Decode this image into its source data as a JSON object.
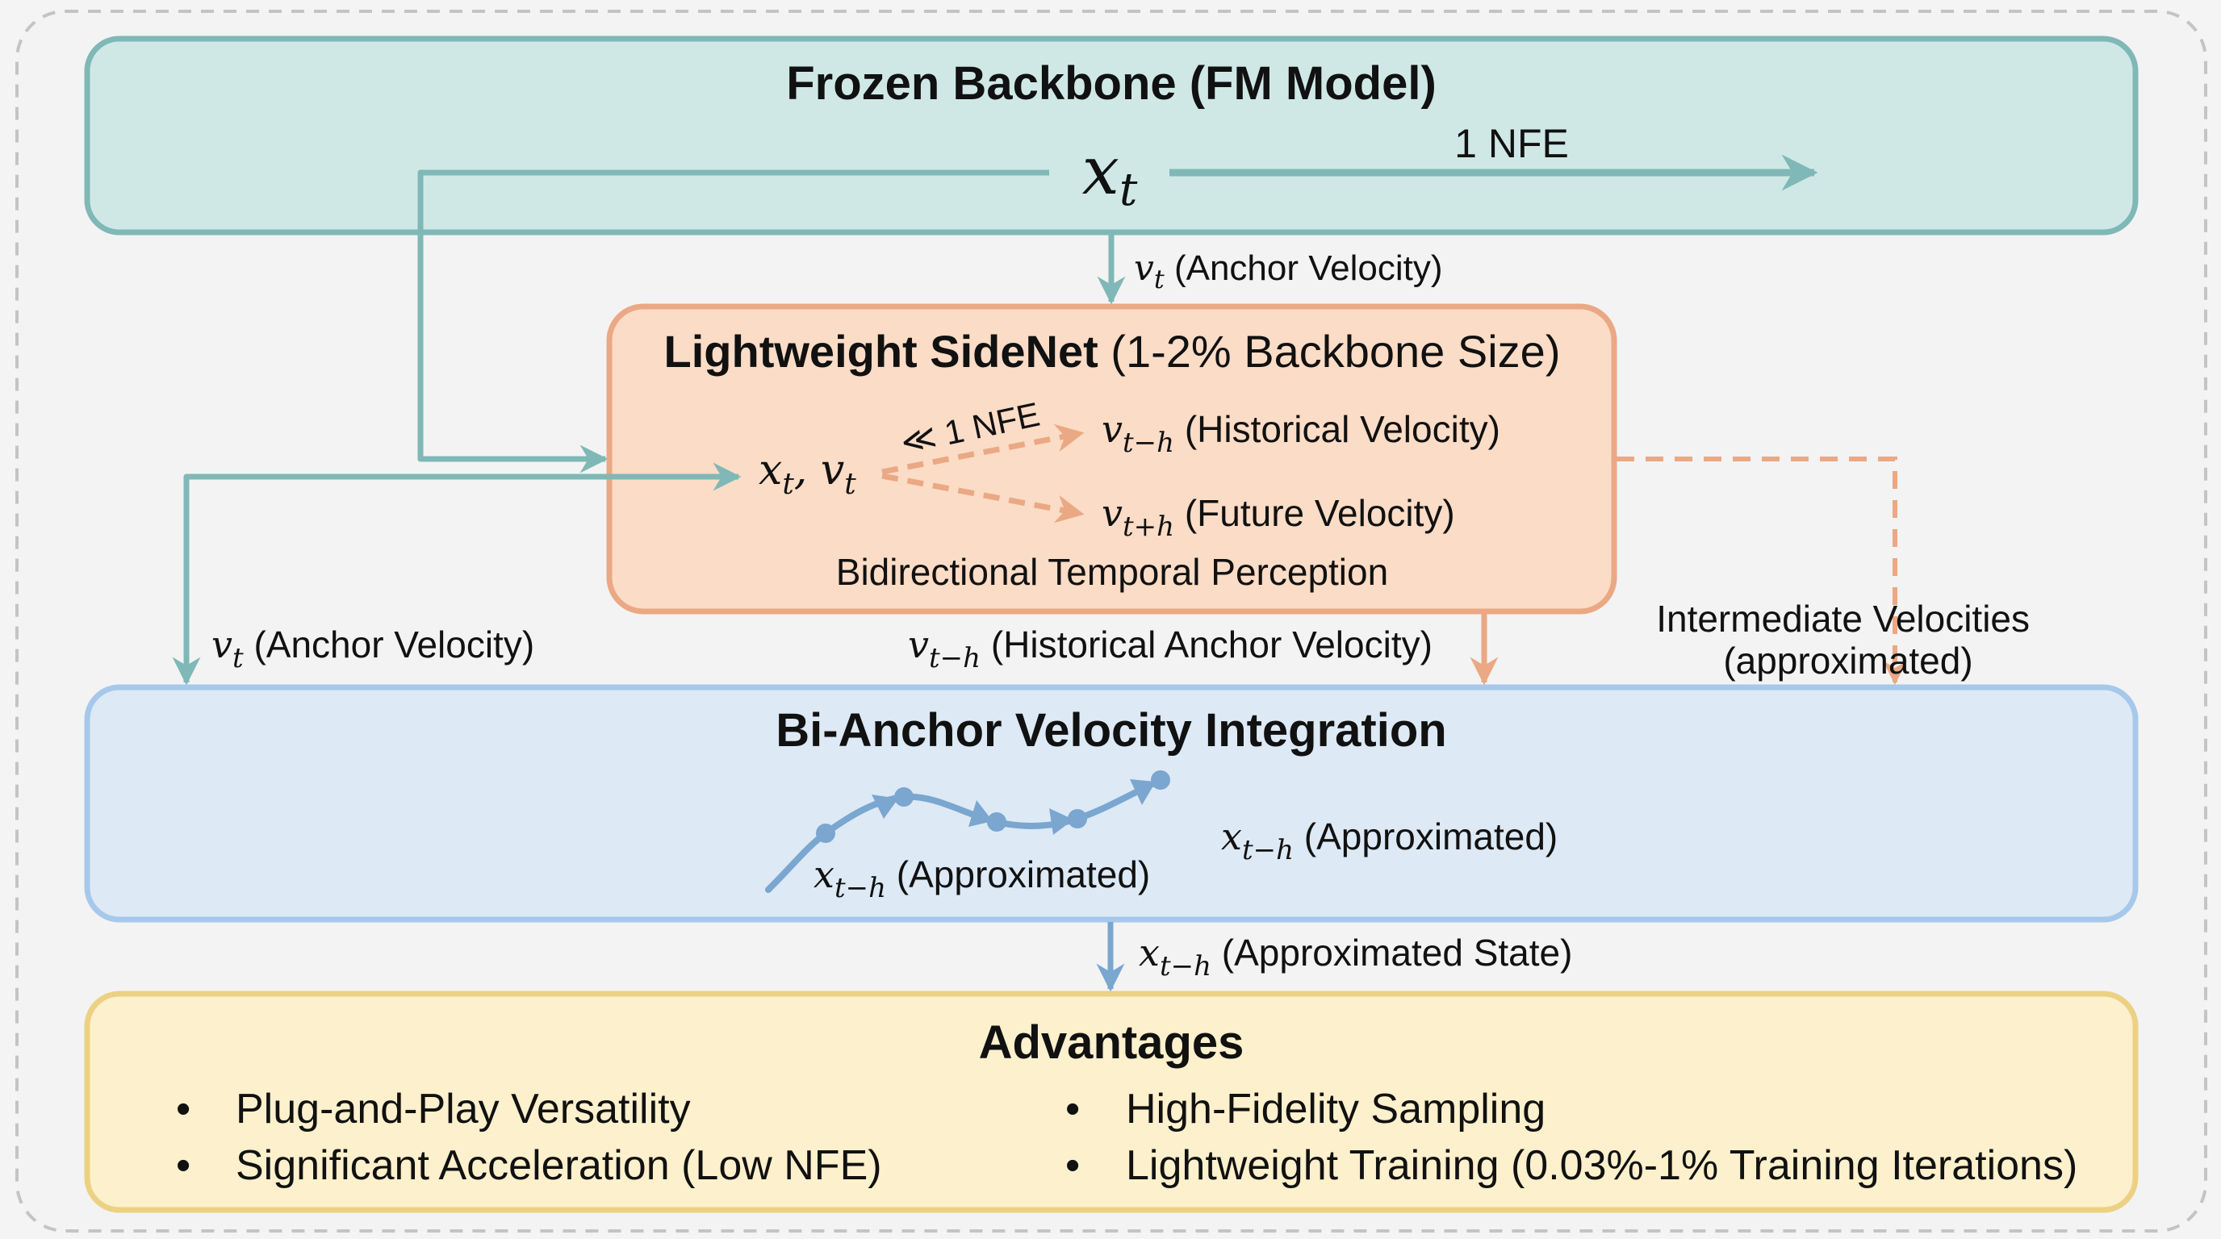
{
  "diagram": {
    "colors": {
      "teal_fill": "#cfe8e6",
      "teal_stroke": "#7fb8b6",
      "orange_fill": "#fbdcc6",
      "orange_stroke": "#eaa884",
      "blue_fill": "#dde9f5",
      "blue_stroke": "#a6c8ea",
      "blue_arrow": "#7aa6cf",
      "yellow_fill": "#fdf0cc",
      "yellow_stroke": "#ecd184",
      "frame": "#c4c4c4",
      "background": "#f4f4f4"
    },
    "backbone": {
      "title": "Frozen Backbone (FM Model)",
      "state_var": "x",
      "state_sub": "t",
      "nfe_label": "1 NFE"
    },
    "anchor_top": {
      "var": "v",
      "sub": "t",
      "text": " (Anchor Velocity)"
    },
    "sidenet": {
      "title_bold": "Lightweight SideNet",
      "title_rest": " (1-2% Backbone Size)",
      "input_label": "x",
      "input_sub1": "t",
      "input_sep": ", v",
      "input_sub2": "t",
      "cost_label": "≪ 1 NFE",
      "historical": {
        "var": "v",
        "sub": "t−h",
        "text": " (Historical Velocity)"
      },
      "future": {
        "var": "v",
        "sub": "t+h",
        "text": " (Future Velocity)"
      },
      "caption": "Bidirectional Temporal Perception"
    },
    "anchor_left": {
      "var": "v",
      "sub": "t",
      "text": " (Anchor Velocity)"
    },
    "historical_anchor": {
      "var": "v",
      "sub": "t−h",
      "text": " (Historical Anchor Velocity)"
    },
    "intermediate": {
      "line1": "Intermediate Velocities",
      "line2": "(approximated)"
    },
    "integration": {
      "title": "Bi-Anchor Velocity Integration",
      "label_left": {
        "var": "x",
        "sub": "t−h",
        "text": " (Approximated)"
      },
      "label_right": {
        "var": "x",
        "sub": "t−h",
        "text": " (Approximated)"
      }
    },
    "state_out": {
      "var": "x",
      "sub": "t−h",
      "text": " (Approximated State)"
    },
    "advantages": {
      "title": "Advantages",
      "left": [
        "Plug-and-Play Versatility",
        "Significant Acceleration (Low NFE)"
      ],
      "right": [
        "High-Fidelity Sampling",
        "Lightweight Training (0.03%-1% Training Iterations)"
      ],
      "bullet": "•"
    }
  }
}
